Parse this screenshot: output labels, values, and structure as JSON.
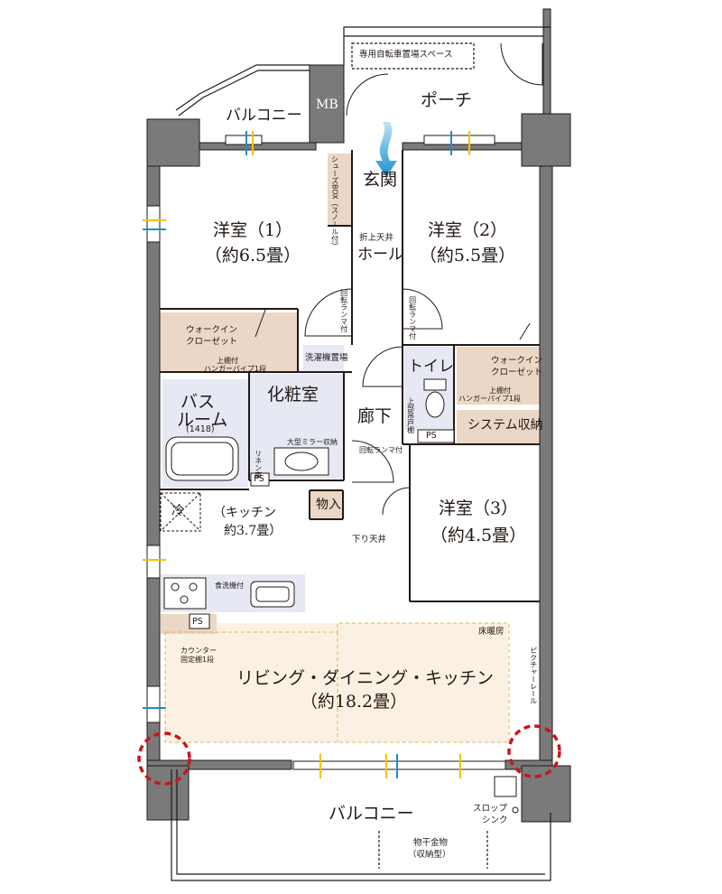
{
  "rooms": {
    "bedroom1": {
      "name": "洋室（1）",
      "size": "（約6.5畳）"
    },
    "bedroom2": {
      "name": "洋室（2）",
      "size": "（約5.5畳）"
    },
    "bedroom3": {
      "name": "洋室（3）",
      "size": "（約4.5畳）"
    },
    "entrance": "玄関",
    "hall": "ホール",
    "hall_ceiling": "折上天井",
    "corridor": "廊下",
    "porch": "ポーチ",
    "balcony_top": "バルコニー",
    "balcony_bottom": "バルコニー",
    "mb": "MB",
    "bicycle_space": "専用自転車置場スペース",
    "shoes_box": "シューズBOX（スノール付）",
    "toilet": "トイレ",
    "toilet_shelf": "上部吊戸棚",
    "bath": {
      "line1": "バス",
      "line2": "ルーム",
      "size": "(1418)"
    },
    "powder_room": "化粧室",
    "washer": "洗濯機置場",
    "mirror_storage": "大型ミラー収納",
    "linen": "リネン庫",
    "ps1": "PS",
    "ps2": "PS",
    "ps3": "PS",
    "storage": "物入",
    "down_ceiling": "下り天井",
    "kitchen": {
      "line1": "（キッチン",
      "line2": "約3.7畳）"
    },
    "fridge": "冷",
    "dishwasher": "食洗機付",
    "counter": {
      "line1": "カウンター",
      "line2": "固定棚1段"
    },
    "ldk": {
      "name": "リビング・ダイニング・キッチン",
      "size": "（約18.2畳）"
    },
    "floor_heating": "床暖房",
    "picture_rail": "ピクチャーレール",
    "slop_sink": {
      "line1": "スロップ",
      "line2": "シンク"
    },
    "drying_hardware": {
      "line1": "物干金物",
      "line2": "（収納型）"
    },
    "wic1": {
      "line1": "ウォークイン",
      "line2": "クローゼット",
      "note1": "上棚付",
      "note2": "ハンガーパイプ1段"
    },
    "wic2": {
      "line1": "ウォークイン",
      "line2": "クローゼット",
      "note1": "上棚付",
      "note2": "ハンガーパイプ1段"
    },
    "system_storage": "システム収納",
    "ranma1": "回転ランマ付",
    "ranma2": "回転ランマ付",
    "ranma3": "回転ランマ付"
  },
  "colors": {
    "wall": "#6d6d6d",
    "wall_line": "#231815",
    "storage_fill": "#ead7c6",
    "wet_fill": "#e6e9f4",
    "ldk_fill": "#fbf1e3",
    "highlight": "#c8161d",
    "accent_blue": "#1a8fd0",
    "accent_yellow": "#f2c200"
  }
}
